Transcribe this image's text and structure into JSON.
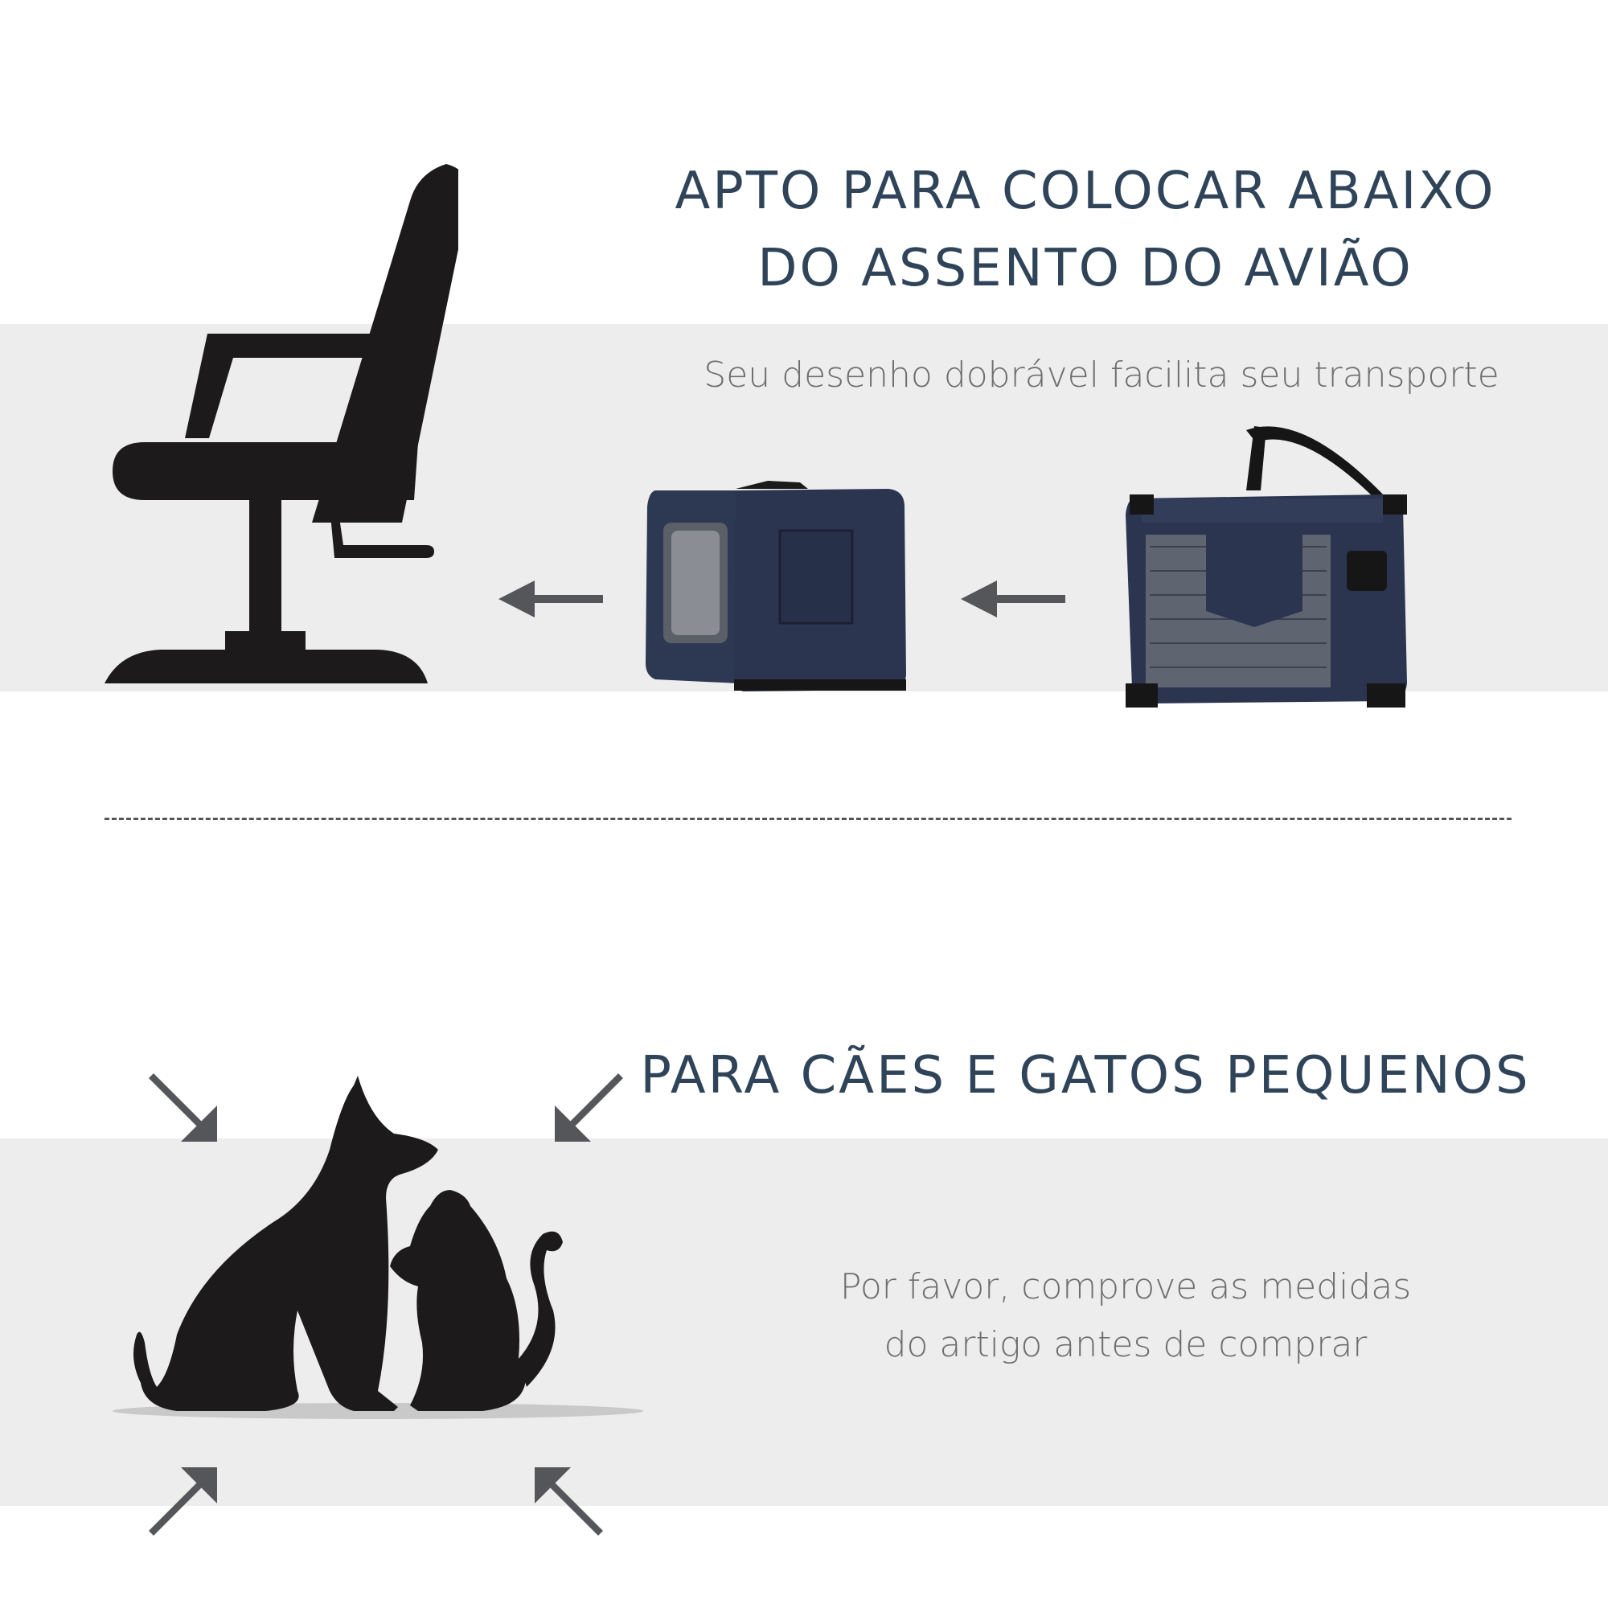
{
  "section_airplane": {
    "heading_line1": "APTO PARA COLOCAR ABAIXO",
    "heading_line2": "DO ASSENTO DO AVIÃO",
    "subtitle": "Seu desenho dobrável facilita seu transporte",
    "icons": [
      "chair-icon",
      "folded-carrier-image",
      "open-carrier-image",
      "arrow-left-icon"
    ]
  },
  "section_pets": {
    "heading": "PARA CÃES E GATOS PEQUENOS",
    "note_line1": "Por favor, comprove as medidas",
    "note_line2": "do artigo antes de comprar",
    "icons": [
      "dog-cat-silhouette-icon",
      "arrow-inward-icon"
    ]
  },
  "colors": {
    "heading": "#2f4459",
    "subtext": "#6e6e6e",
    "band": "#ededed",
    "arrow": "#55565a",
    "silhouette": "#1c1a1a",
    "carrier": "#2b3550"
  }
}
